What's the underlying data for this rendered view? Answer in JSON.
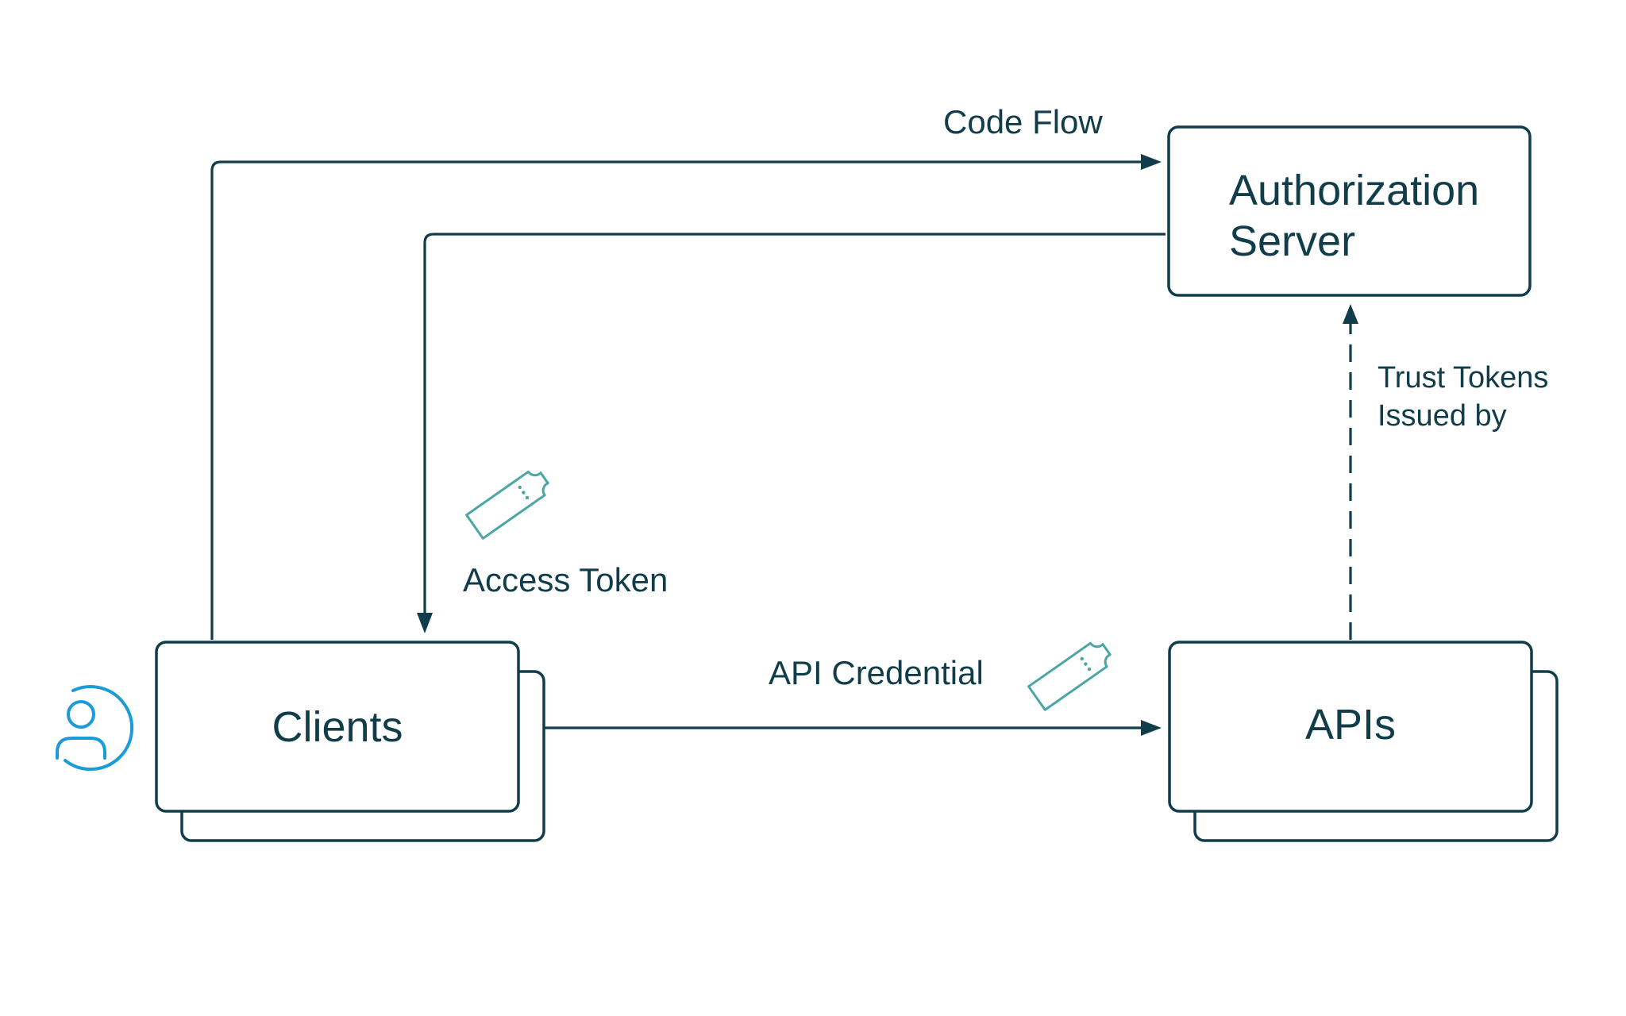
{
  "nodes": {
    "authorization_server": {
      "line1": "Authorization",
      "line2": "Server"
    },
    "clients": {
      "label": "Clients"
    },
    "apis": {
      "label": "APIs"
    }
  },
  "edges": {
    "code_flow": "Code Flow",
    "access_token": "Access Token",
    "api_credential": "API Credential",
    "trust_tokens_line1": "Trust Tokens",
    "trust_tokens_line2": "Issued by"
  },
  "icons": {
    "user": "user-icon",
    "token": "ticket-icon"
  },
  "colors": {
    "primary": "#113d4a",
    "accent_blue": "#1b9bd7",
    "accent_teal": "#4aa6a4"
  }
}
